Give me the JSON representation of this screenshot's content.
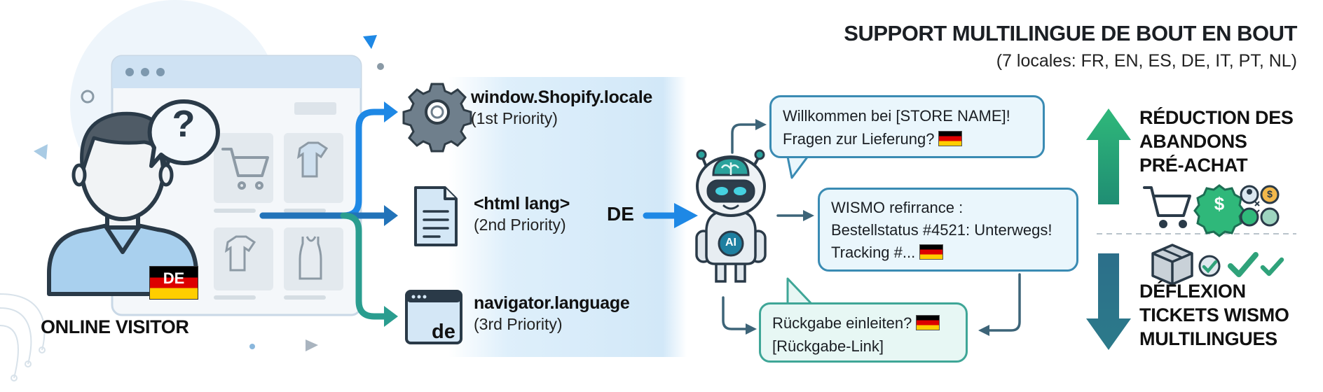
{
  "visitor": {
    "label": "ONLINE VISITOR",
    "flag_text": "DE",
    "question_mark": "?"
  },
  "sources": [
    {
      "title": "window.Shopify.locale",
      "priority": "(1st Priority)"
    },
    {
      "title": "<html lang>",
      "priority": "(2nd Priority)"
    },
    {
      "title": "navigator.language",
      "priority": "(3rd Priority)",
      "code": "de"
    }
  ],
  "detected_locale": "DE",
  "bot": {
    "badge": "AI"
  },
  "header": {
    "title": "SUPPORT MULTILINGUE DE BOUT EN BOUT",
    "subtitle": "(7 locales: FR, EN, ES, DE, IT, PT, NL)"
  },
  "messages": [
    {
      "lines": [
        "Willkommen bei [STORE NAME]!",
        "Fragen zur Lieferung?"
      ]
    },
    {
      "lines": [
        "WISMO refirrance :",
        "Bestellstatus #4521: Unterwegs!",
        "Tracking #..."
      ]
    },
    {
      "lines": [
        "Rückgabe einleiten?",
        "[Rückgabe-Link]"
      ]
    }
  ],
  "benefits": {
    "up": [
      "RÉDUCTION DES",
      "ABANDONS",
      "PRÉ-ACHAT"
    ],
    "down": [
      "DÉFLEXION",
      "TICKETS WISMO",
      "MULTILINGUES"
    ]
  },
  "colors": {
    "blue": "#1e88e5",
    "navy": "#1f4e79",
    "teal": "#2a9d8f",
    "green": "#2fb87a",
    "bubble_border": "#3a8bb3",
    "flag_black": "#000000",
    "flag_red": "#dd0000",
    "flag_gold": "#ffce00"
  },
  "icons": [
    "gear-icon",
    "document-icon",
    "browser-window-icon",
    "cart-icon",
    "dollar-badge-icon",
    "users-exchange-icon",
    "package-icon",
    "check-icon",
    "robot-icon",
    "question-icon"
  ]
}
